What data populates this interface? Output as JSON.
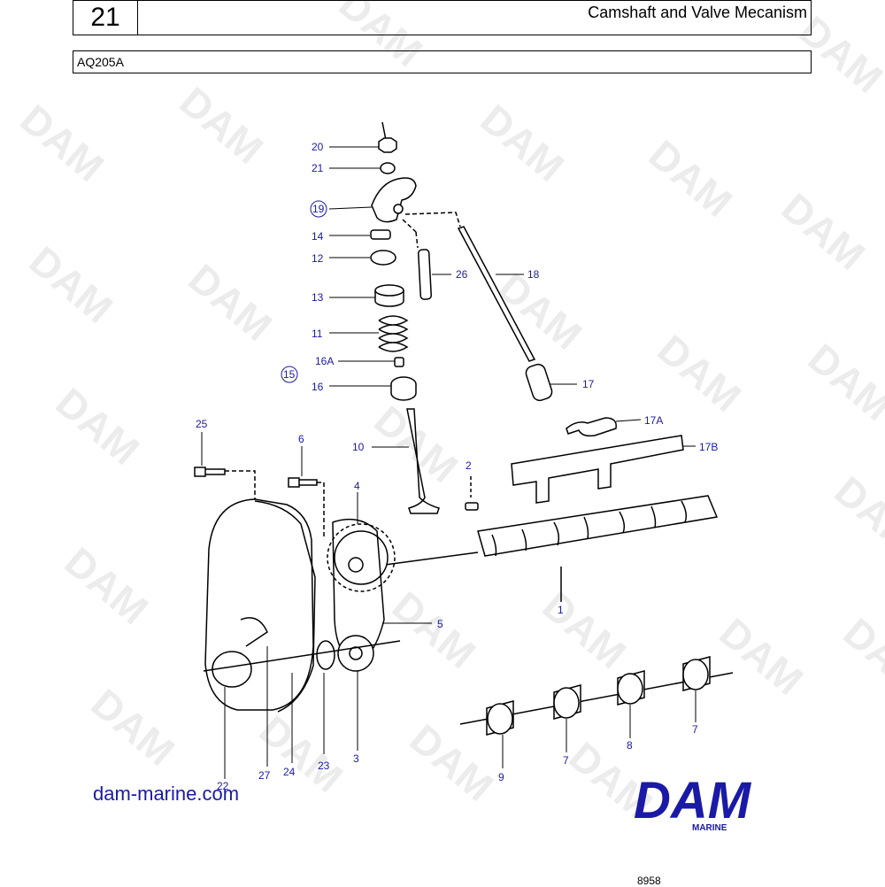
{
  "header": {
    "page_number": "21",
    "title": "Camshaft and Valve Mecanism"
  },
  "model": {
    "code": "AQ205A"
  },
  "watermark": {
    "text": "DAM"
  },
  "part_labels": {
    "p20": "20",
    "p21": "21",
    "p19": "19",
    "p14": "14",
    "p12": "12",
    "p26": "26",
    "p18": "18",
    "p13": "13",
    "p11": "11",
    "p16A": "16A",
    "p15": "15",
    "p16": "16",
    "p17": "17",
    "p17A": "17A",
    "p17B": "17B",
    "p25": "25",
    "p6": "6",
    "p10": "10",
    "p2": "2",
    "p4": "4",
    "p1": "1",
    "p5": "5",
    "p23": "23",
    "p3": "3",
    "p22": "22",
    "p27": "27",
    "p24": "24",
    "p9": "9",
    "p7a": "7",
    "p8": "8",
    "p7b": "7"
  },
  "footer": {
    "website": "dam-marine.com",
    "brand": "DAM",
    "brand_sub": "MARINE",
    "figure_number": "8958"
  },
  "colors": {
    "label_blue": "#1a1aa6",
    "line": "#000000"
  }
}
